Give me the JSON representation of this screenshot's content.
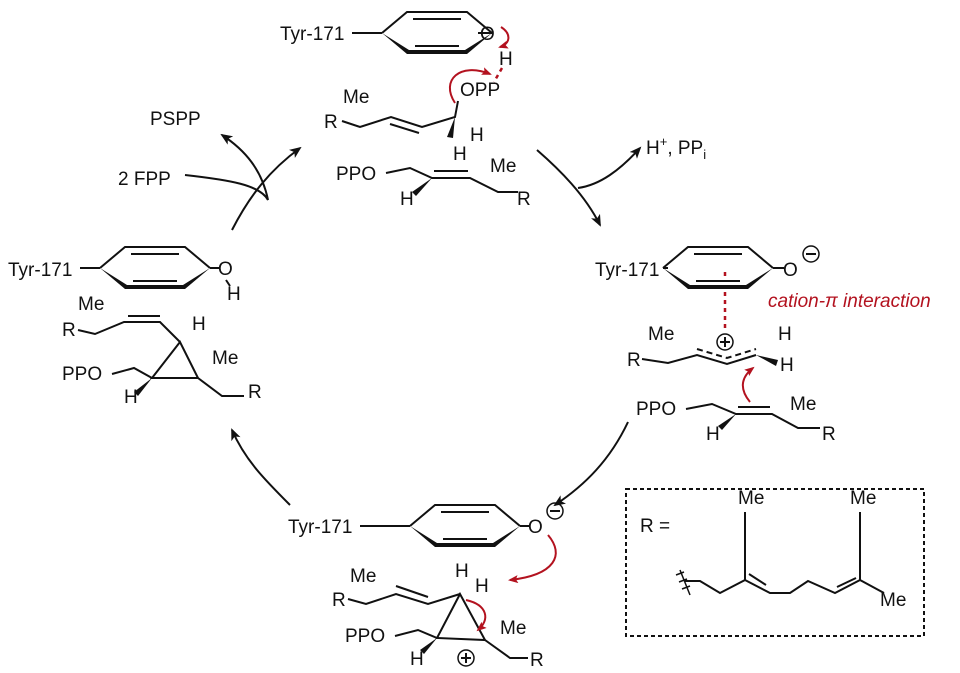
{
  "colors": {
    "accent_red": "#b3121f",
    "ink": "#111111"
  },
  "top": {
    "tyr": "Tyr-171",
    "o": "O",
    "h": "H",
    "opp": "OPP",
    "me1": "Me",
    "r1": "R",
    "h1": "H",
    "h2": "H",
    "ppo": "PPO",
    "me2": "Me",
    "h3": "H",
    "r2": "R"
  },
  "right": {
    "tyr": "Tyr-171",
    "o": "O",
    "interaction_label": "cation-π interaction",
    "me1": "Me",
    "r1": "R",
    "h1": "H",
    "h2": "H",
    "ppo": "PPO",
    "me2": "Me",
    "h3": "H",
    "r2": "R"
  },
  "bottom": {
    "tyr": "Tyr-171",
    "o": "O",
    "me1": "Me",
    "r1": "R",
    "h1": "H",
    "h2": "H",
    "ppo": "PPO",
    "me2": "Me",
    "h3": "H",
    "r2": "R"
  },
  "left": {
    "tyr": "Tyr-171",
    "o": "O",
    "h": "H",
    "me1": "Me",
    "r1": "R",
    "h1": "H",
    "me2": "Me",
    "ppo": "PPO",
    "h2": "H",
    "r2": "R"
  },
  "side_products": {
    "pspp": "PSPP",
    "fpp": "2 FPP",
    "hplus_h": "H",
    "hplus_sup": "+",
    "pp": ", PP",
    "pp_sub": "i"
  },
  "legend_box": {
    "r_equals": "R =",
    "me1": "Me",
    "me2": "Me",
    "me3": "Me"
  }
}
